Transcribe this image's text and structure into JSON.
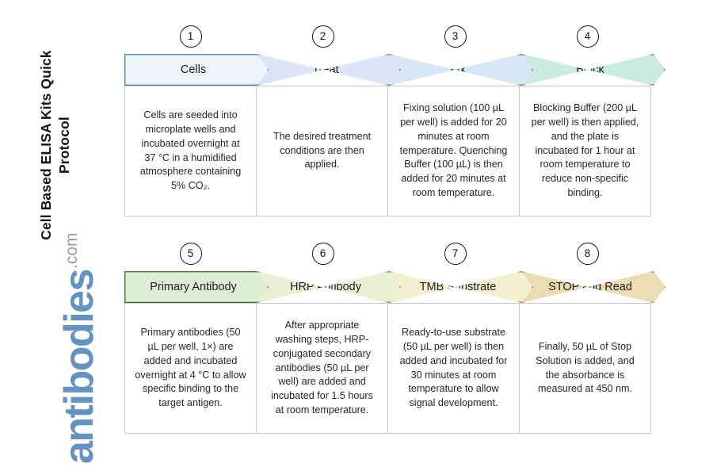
{
  "page": {
    "title": "Cell Based ELISA Kits Quick Protocol",
    "logo_brand": "antibodies",
    "logo_tld": ".com",
    "brand_color": "#6293c4",
    "tld_color": "#9a9a9a",
    "background": "#ffffff"
  },
  "rows": [
    {
      "name": "row-1",
      "steps": [
        {
          "number": "1",
          "label": "Cells",
          "fill": "#eef4fb",
          "stroke": "#5b84ae",
          "body": "Cells are seeded into microplate wells and incubated overnight at 37 °C in a humidified atmosphere containing 5% CO₂."
        },
        {
          "number": "2",
          "label": "Treat",
          "fill": "#dbe5f5",
          "stroke": "#45618f",
          "body": "The desired treatment conditions are then applied."
        },
        {
          "number": "3",
          "label": "Fix",
          "fill": "#d8e7f5",
          "stroke": "#3f6690",
          "body": "Fixing solution (100 µL per well) is added for 20 minutes at room temperature. Quenching Buffer (100 µL) is then added for 20 minutes at room temperature."
        },
        {
          "number": "4",
          "label": "Block",
          "fill": "#c9ebe2",
          "stroke": "#3e5d56",
          "body": "Blocking Buffer (200 µL per well) is then applied, and the plate is incubated for 1 hour at room temperature to reduce non-specific binding."
        }
      ]
    },
    {
      "name": "row-2",
      "steps": [
        {
          "number": "5",
          "label": "Primary Antibody",
          "fill": "#dcefd6",
          "stroke": "#41762a",
          "body": "Primary antibodies (50 µL per well, 1×) are added and incubated overnight at 4 °C to allow specific binding to the target antigen."
        },
        {
          "number": "6",
          "label": "HRP Antibody",
          "fill": "#e8f1d4",
          "stroke": "#5f7a2a",
          "body": "After appropriate washing steps, HRP-conjugated secondary antibodies (50 µL per well) are added and incubated for 1.5 hours at room temperature."
        },
        {
          "number": "7",
          "label": "TMB Substrate",
          "fill": "#f4efd1",
          "stroke": "#9b7d2a",
          "body": "Ready-to-use substrate (50 µL per well) is then added and incubated for 30 minutes at room temperature to allow signal development."
        },
        {
          "number": "8",
          "label": "STOP and Read",
          "fill": "#ecdcb4",
          "stroke": "#9b7d2a",
          "body": "Finally, 50 µL of Stop Solution is added, and the absorbance is measured at 450 nm."
        }
      ]
    }
  ]
}
